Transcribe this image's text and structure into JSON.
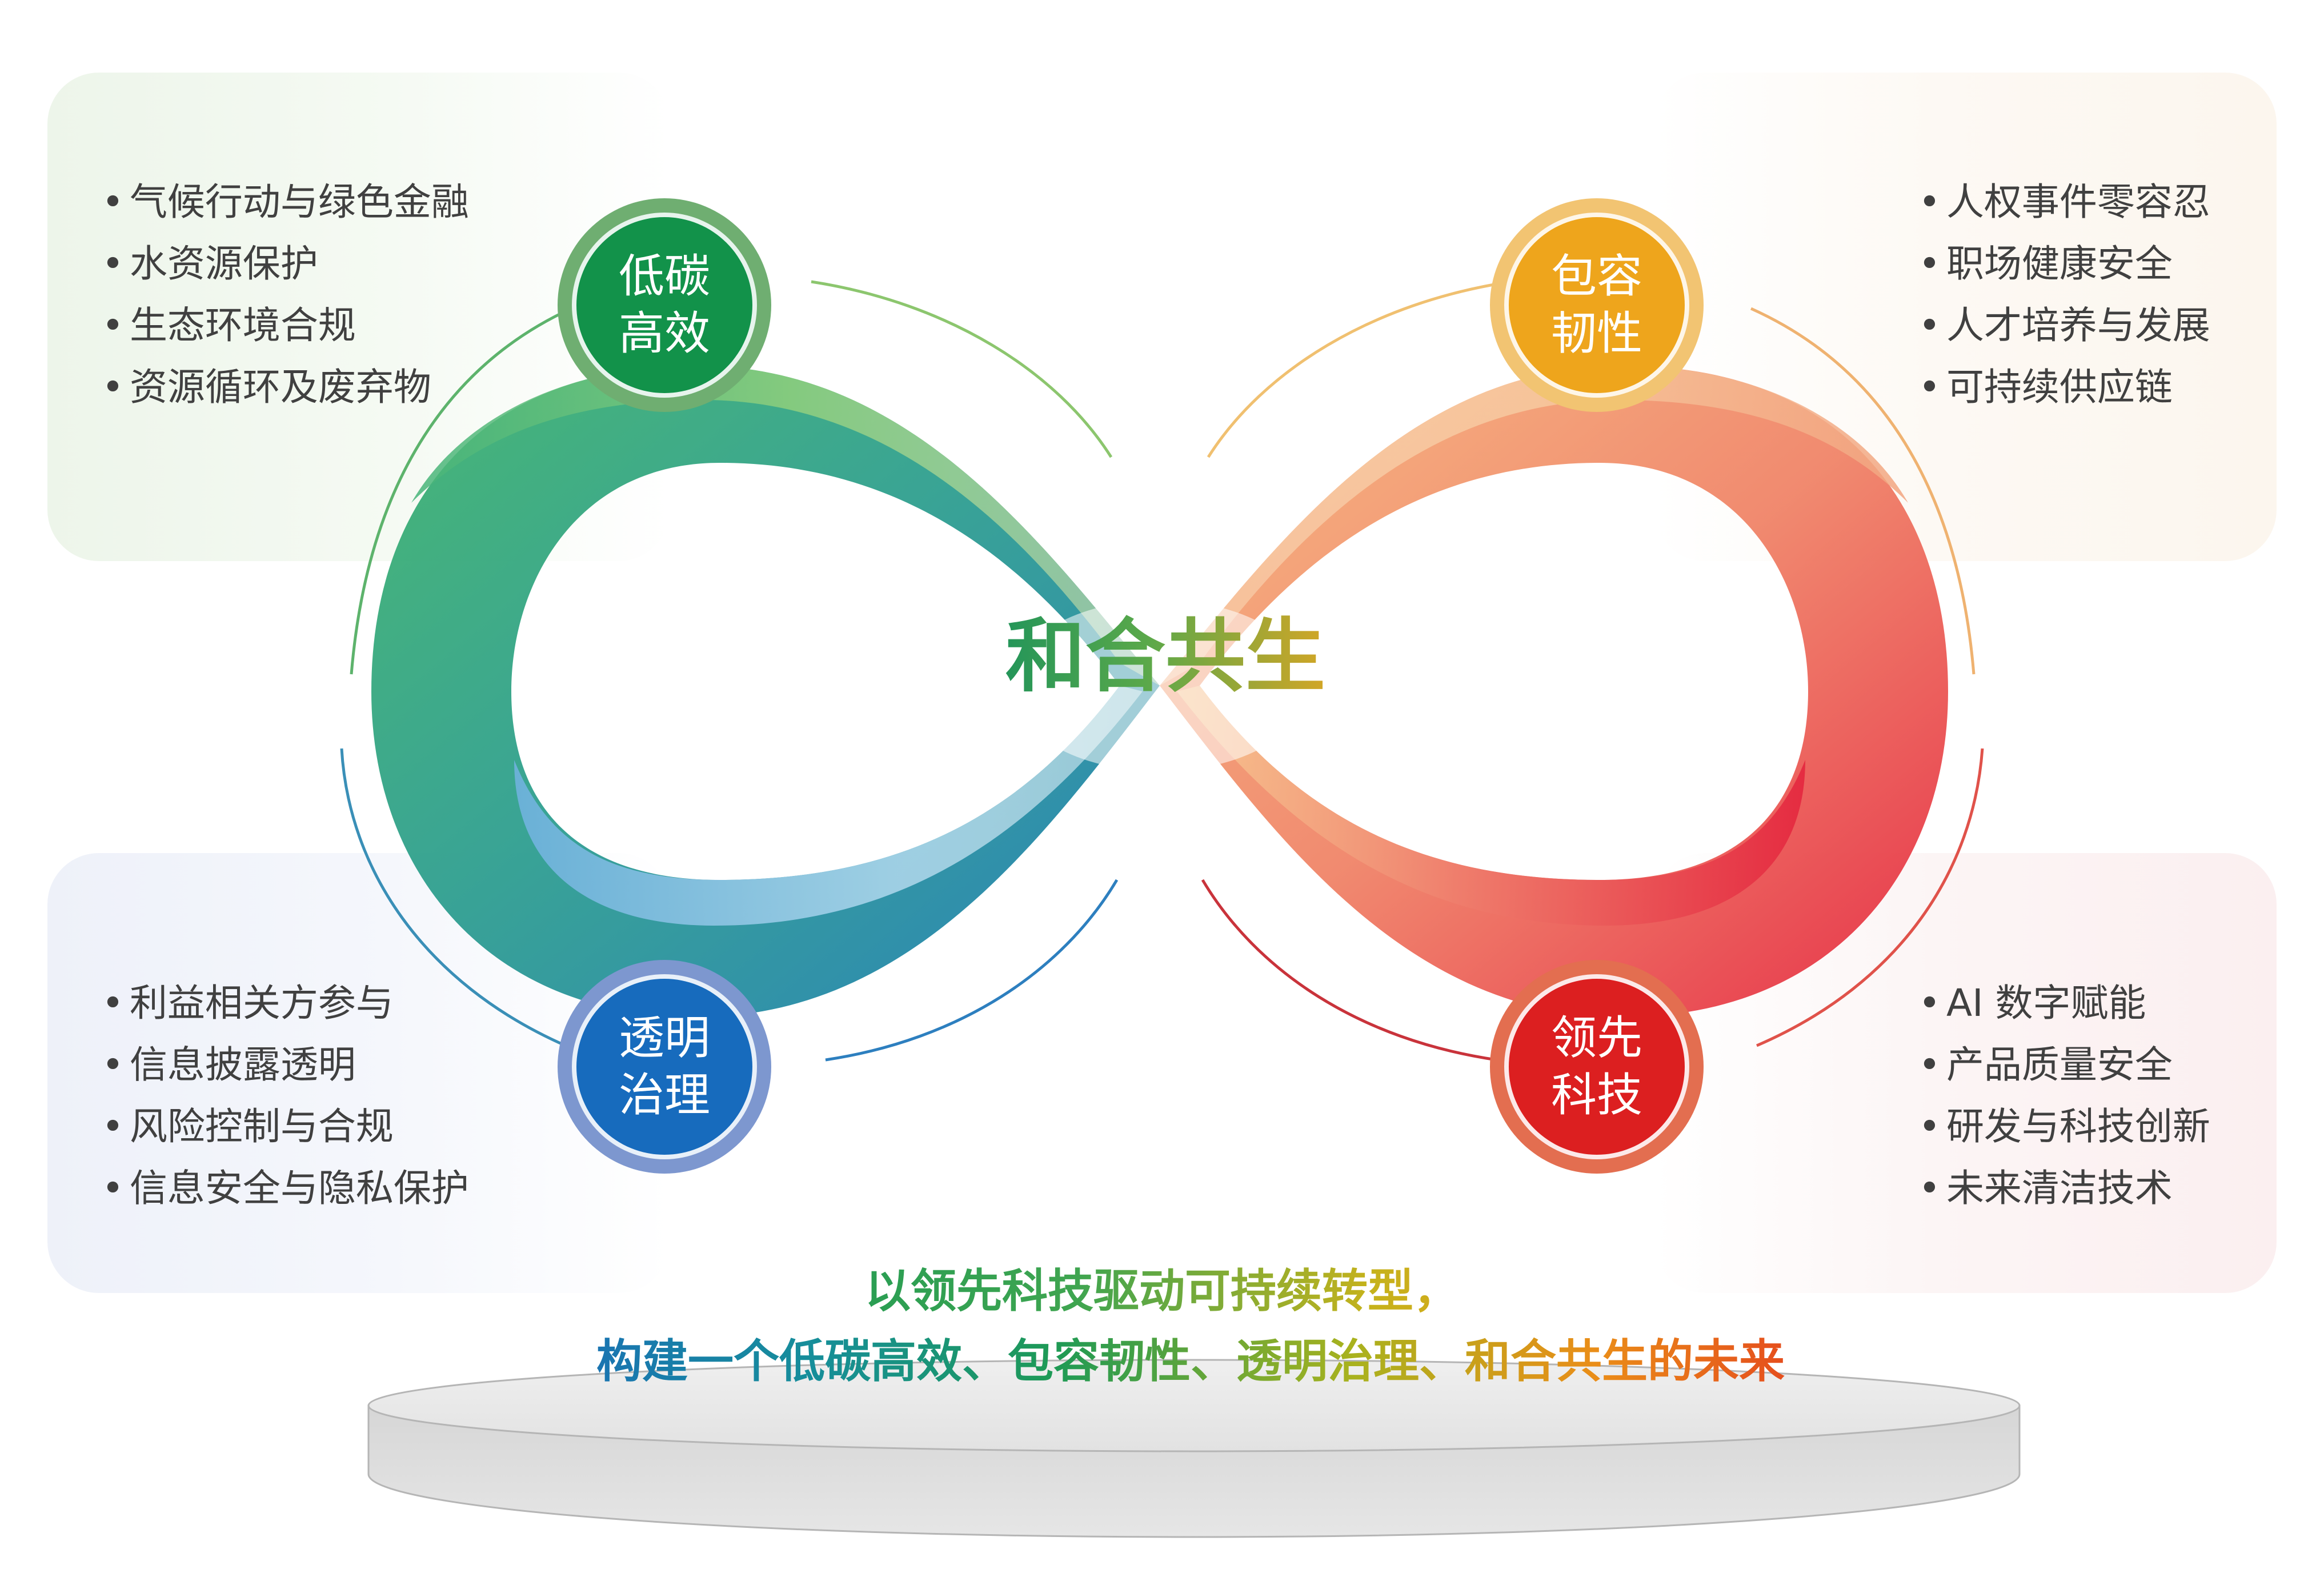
{
  "center_title": "和合共生",
  "quadrants": {
    "top_left": {
      "badge_line1": "低碳",
      "badge_line2": "高效",
      "color": "#12924a",
      "items": [
        "气候行动与绿色金融",
        "水资源保护",
        "生态环境合规",
        "资源循环及废弃物"
      ]
    },
    "top_right": {
      "badge_line1": "包容",
      "badge_line2": "韧性",
      "color": "#eea51c",
      "items": [
        "人权事件零容忍",
        "职场健康安全",
        "人才培养与发展",
        "可持续供应链"
      ]
    },
    "bottom_left": {
      "badge_line1": "透明",
      "badge_line2": "治理",
      "color": "#176bbd",
      "items": [
        "利益相关方参与",
        "信息披露透明",
        "风险控制与合规",
        "信息安全与隐私保护"
      ]
    },
    "bottom_right": {
      "badge_line1": "领先",
      "badge_line2": "科技",
      "color": "#dc1f20",
      "items": [
        "AI 数字赋能",
        "产品质量安全",
        "研发与科技创新",
        "未来清洁技术"
      ]
    }
  },
  "slogan": {
    "line1": "以领先科技驱动可持续转型，",
    "line2": "构建一个低碳高效、包容韧性、透明治理、和合共生的未来"
  }
}
